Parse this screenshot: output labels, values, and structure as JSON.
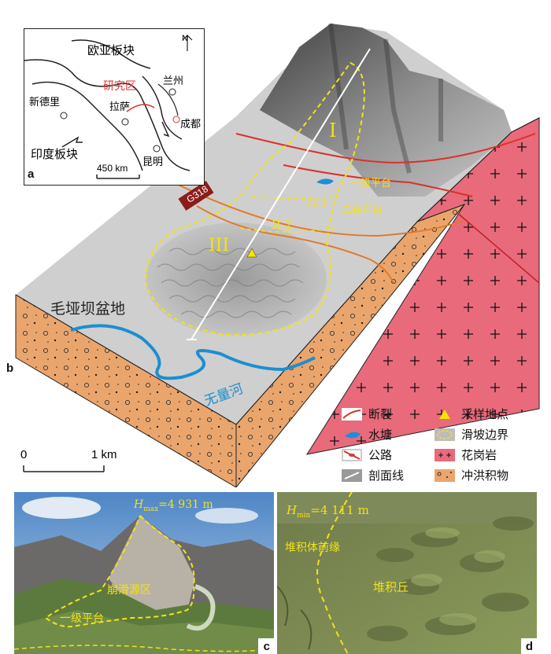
{
  "inset": {
    "plate_eurasia": "欧亚板块",
    "plate_india": "印度板块",
    "study_area": "研究区",
    "city_lanzhou": "兰州",
    "city_chengdu": "成都",
    "city_lhasa": "拉萨",
    "city_kunming": "昆明",
    "city_newdelhi": "新德里",
    "scale": "450 km",
    "north": "N",
    "letter": "a"
  },
  "block": {
    "letter": "b",
    "road_label": "G318",
    "basin_label": "毛垭坝盆地",
    "river_label": "无量河",
    "zone_I": "I",
    "zone_II_1": "II-1",
    "zone_II_2": "II-2",
    "zone_III": "III",
    "terrace1": "一级平台",
    "terrace2": "二级平台"
  },
  "scalebar": {
    "zero": "0",
    "one": "1 km"
  },
  "legend": {
    "fault": "断裂",
    "pond": "水塘",
    "road": "公路",
    "profile": "剖面线",
    "sample": "采样地点",
    "landslide_boundary": "滑坡边界",
    "granite": "花岗岩",
    "alluvium": "冲洪积物"
  },
  "photo_c": {
    "letter": "c",
    "hmax": "H",
    "hmax_sub": "max",
    "hmax_value": "=4 931 m",
    "source_zone": "崩滑源区",
    "terrace": "一级平台"
  },
  "photo_d": {
    "letter": "d",
    "hmin": "H",
    "hmin_sub": "min",
    "hmin_value": "=4 111 m",
    "front": "堆积体前缘",
    "mound": "堆积丘"
  },
  "colors": {
    "fault": "#d9322b",
    "road": "#e07a2a",
    "pond": "#1e8fd6",
    "boundary": "#f2e21a",
    "granite": "#e8687a",
    "alluvium": "#e9a26c",
    "river": "#1b8fd0"
  }
}
